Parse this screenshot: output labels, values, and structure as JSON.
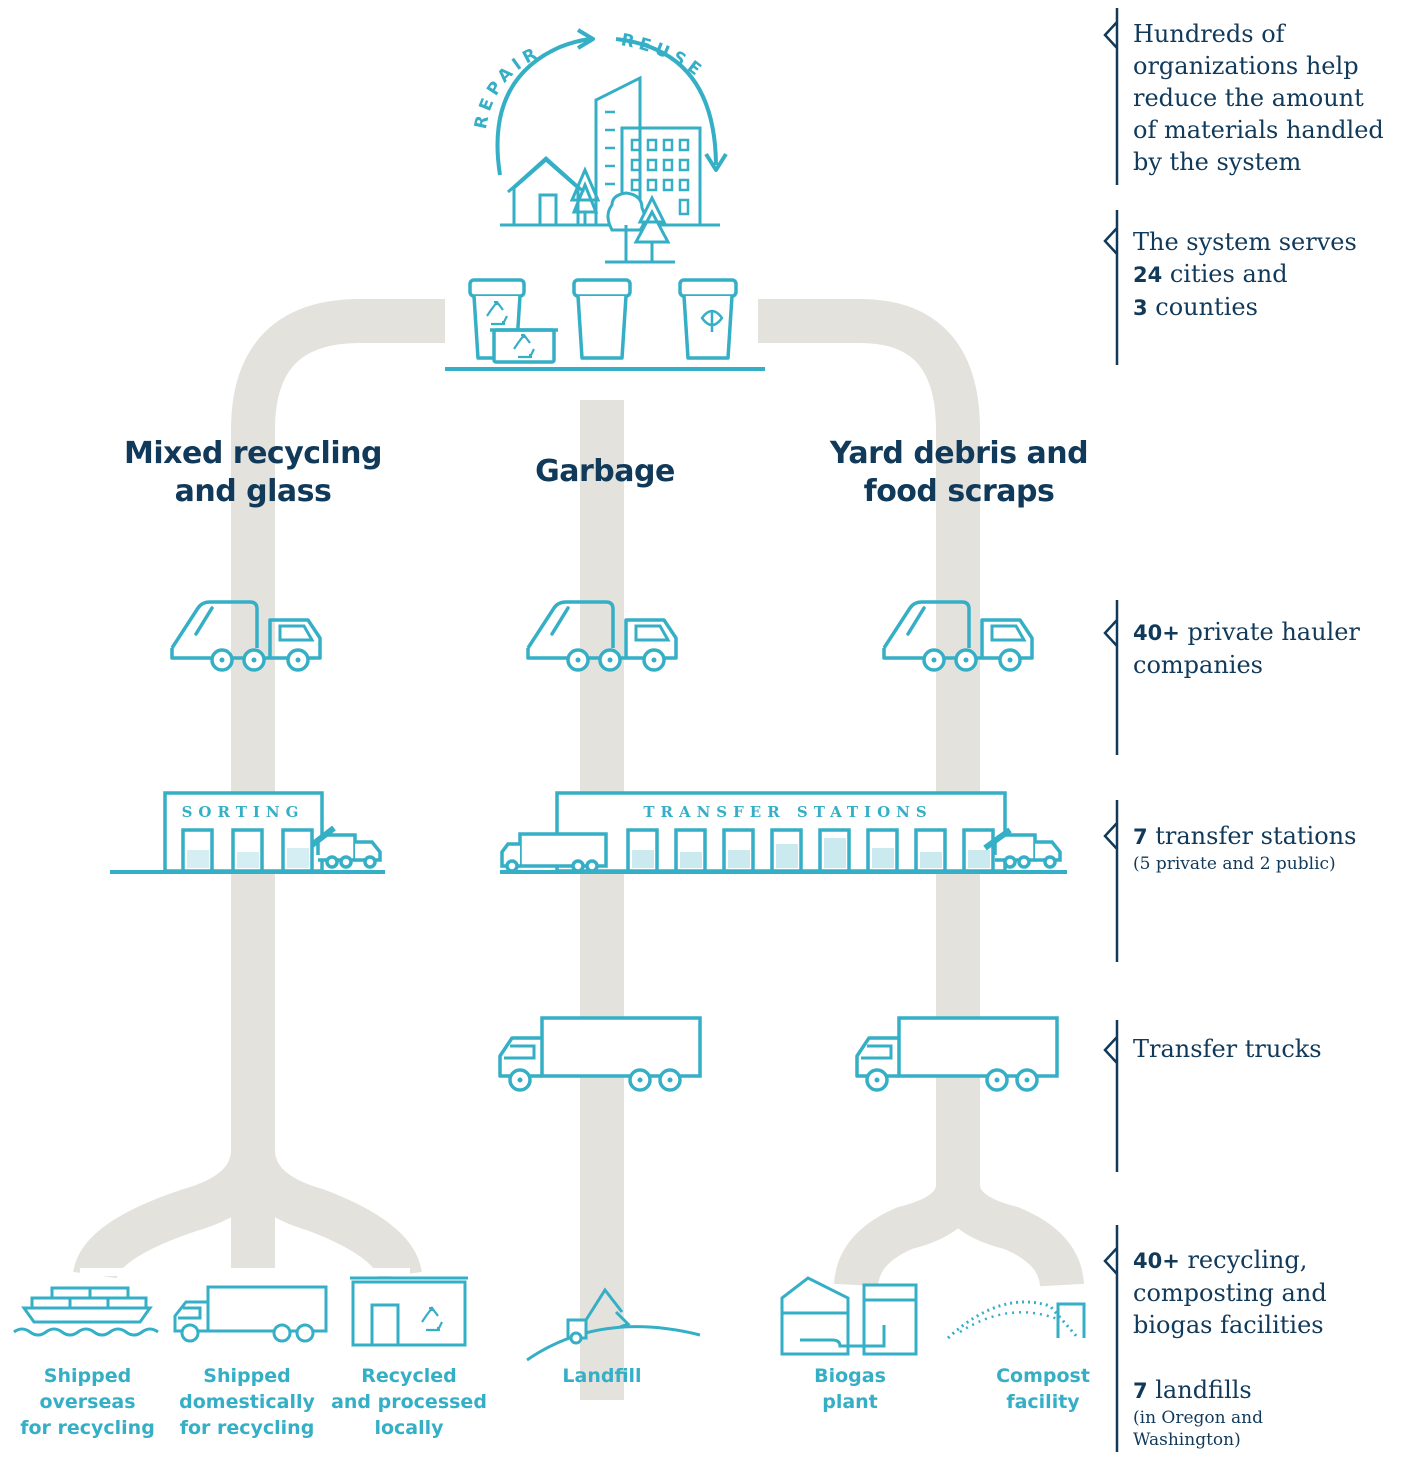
{
  "cycle": {
    "repair": "REPAIR",
    "reuse": "REUSE"
  },
  "streams": {
    "recycling": {
      "line1": "Mixed recycling",
      "line2": "and glass"
    },
    "garbage": {
      "line1": "Garbage"
    },
    "organics": {
      "line1": "Yard debris and",
      "line2": "food scraps"
    }
  },
  "facilities": {
    "sorting": "SORTING",
    "transfer": "TRANSFER STATIONS"
  },
  "destinations": {
    "overseas": [
      "Shipped",
      "overseas",
      "for recycling"
    ],
    "domestic": [
      "Shipped",
      "domestically",
      "for recycling"
    ],
    "local": [
      "Recycled",
      "and processed",
      "locally"
    ],
    "landfill": [
      "Landfill"
    ],
    "biogas": [
      "Biogas",
      "plant"
    ],
    "compost": [
      "Compost",
      "facility"
    ]
  },
  "notes": {
    "organizations": {
      "lines": [
        "Hundreds of",
        "organizations help",
        "reduce the amount",
        "of materials handled",
        "by the system"
      ]
    },
    "serves": {
      "line1": "The system serves",
      "cities_num": "24",
      "cities_text": " cities and",
      "counties_num": "3",
      "counties_text": " counties"
    },
    "haulers": {
      "num": "40+",
      "text": " private hauler",
      "line2": "companies"
    },
    "transfer": {
      "num": "7",
      "text": " transfer stations",
      "sub": "(5 private and 2 public)"
    },
    "trucks": {
      "text": "Transfer trucks"
    },
    "facilities": {
      "num": "40+",
      "text": " recycling,",
      "line2": "composting and",
      "line3": "biogas facilities"
    },
    "landfills": {
      "num": "7",
      "text": " landfills",
      "sub1": "(in Oregon and",
      "sub2": "Washington)"
    }
  },
  "colors": {
    "teal": "#35afc6",
    "navy": "#10395a",
    "flow": "#e4e2dd"
  }
}
